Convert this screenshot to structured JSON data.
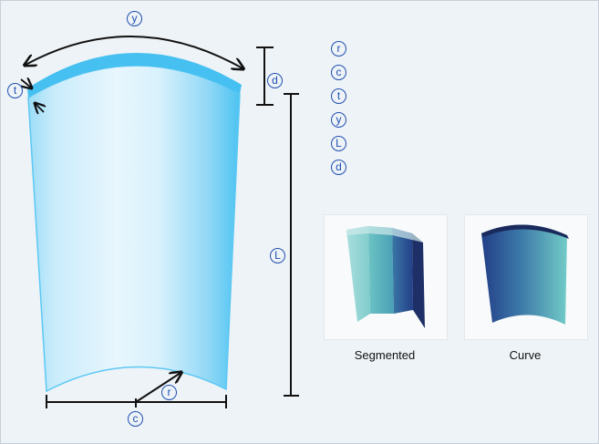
{
  "diagram": {
    "labels": {
      "y": "y",
      "t": "t",
      "d": "d",
      "L": "L",
      "r": "r",
      "c": "c"
    }
  },
  "legend": [
    {
      "symbol": "r",
      "description": ""
    },
    {
      "symbol": "c",
      "description": ""
    },
    {
      "symbol": "t",
      "description": ""
    },
    {
      "symbol": "y",
      "description": ""
    },
    {
      "symbol": "L",
      "description": ""
    },
    {
      "symbol": "d",
      "description": ""
    }
  ],
  "options": [
    {
      "label": "Segmented"
    },
    {
      "label": "Curve"
    }
  ],
  "colors": {
    "panel_light": "#e8f6fd",
    "panel_mid": "#9bdcf7",
    "panel_edge": "#4cc3f2",
    "lip": "#45c0f0",
    "dimension": "#111111",
    "badge": "#1f4fb0",
    "navy": "#233f88",
    "teal": "#6cc8c6"
  }
}
